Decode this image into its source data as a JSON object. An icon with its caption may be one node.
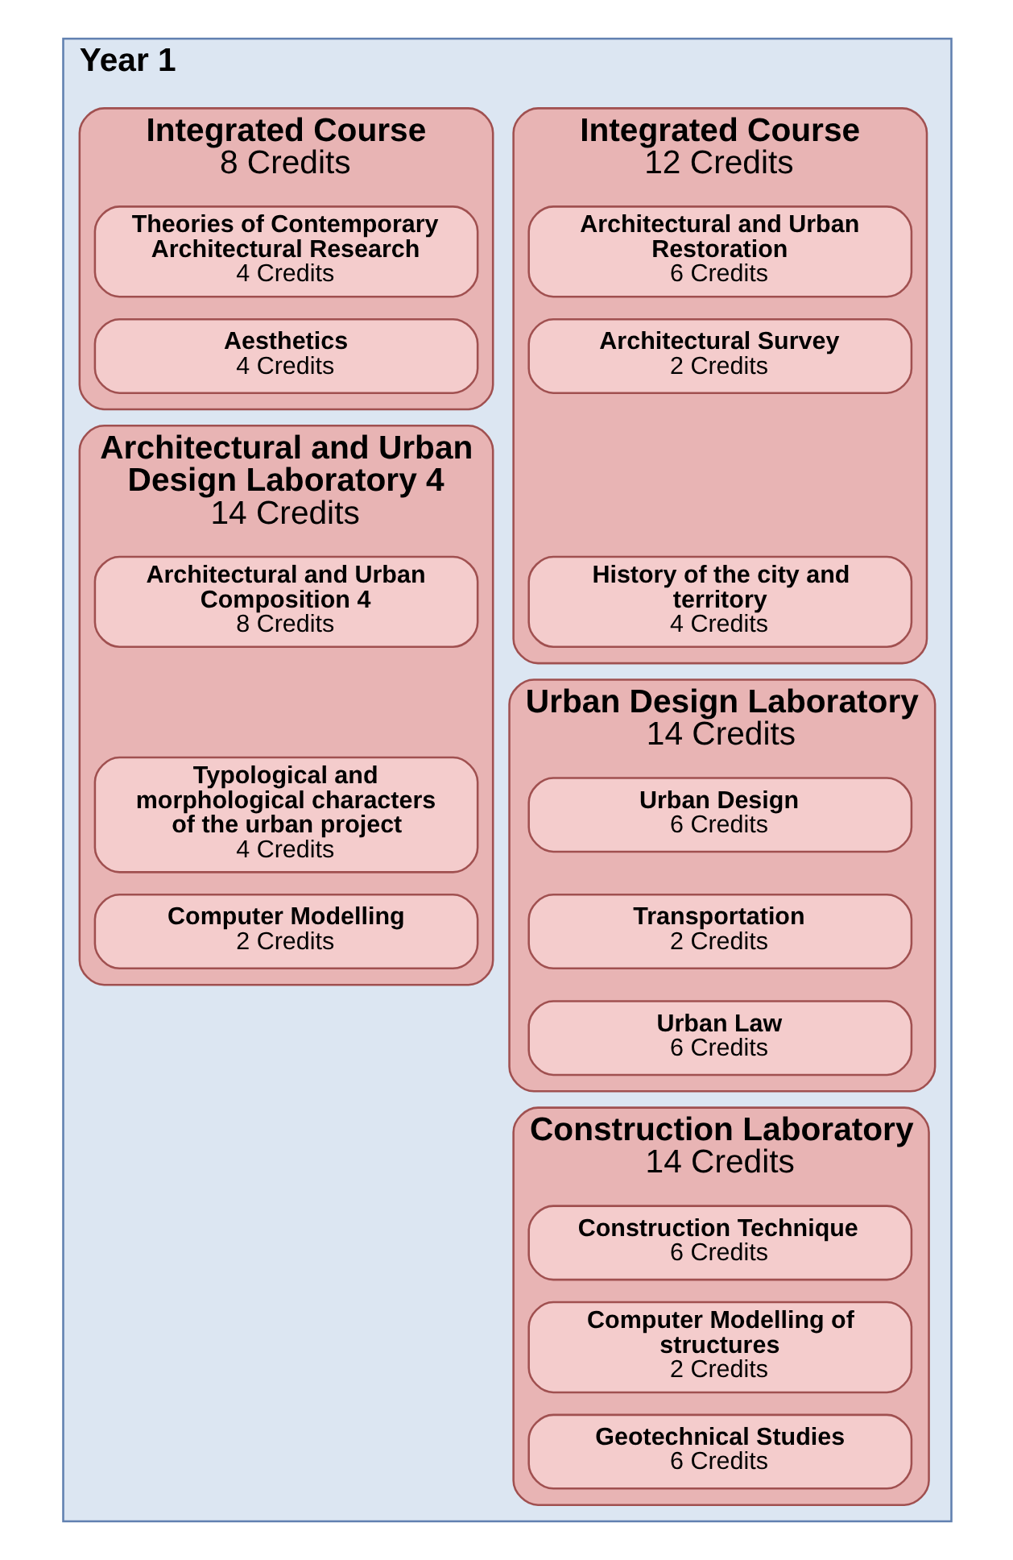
{
  "diagram": {
    "nodes": [
      {
        "text": [
          "Year 1"
        ]
      },
      {
        "text": [
          "Integrated Course",
          "12 Credits"
        ],
        "in": 0
      },
      {
        "text": [
          "Architectural and Urban Restoration",
          "6 Credits"
        ],
        "in": 1
      },
      {
        "text": [
          "Architectural Survey",
          "2 Credits"
        ],
        "in": 1
      },
      {
        "text": [
          "History of the city and territory",
          "4 Credits"
        ],
        "in": 1
      },
      {
        "text": [
          "Integrated Course",
          "8 Credits"
        ],
        "in": 0
      },
      {
        "text": [
          "Theories of Contemporary Architectural Research",
          "4 Credits"
        ],
        "in": 5
      },
      {
        "text": [
          "Aesthetics",
          "4 Credits"
        ],
        "in": 5
      },
      {
        "text": [
          "Urban Design Laboratory",
          "14 Credits"
        ],
        "in": 0
      },
      {
        "text": [
          "Urban Design",
          "6 Credits"
        ],
        "in": 8
      },
      {
        "text": [
          "Transportation",
          "2 Credits"
        ],
        "in": 8
      },
      {
        "text": [
          "Urban Law",
          "6 Credits"
        ],
        "in": 8
      },
      {
        "text": [
          "Construction Laboratory",
          "14 Credits"
        ],
        "in": 0
      },
      {
        "text": [
          "Construction Technique",
          "6 Credits"
        ],
        "in": 12
      },
      {
        "text": [
          "Computer Modelling of structures",
          "2 Credits"
        ],
        "in": 12
      },
      {
        "text": [
          "Geotechnical Studies",
          "6 Credits"
        ],
        "in": 12
      },
      {
        "text": [
          "Architectural and Urban Design Laboratory 4",
          "14 Credits"
        ],
        "in": 0
      },
      {
        "text": [
          "Architectural and Urban Composition 4",
          "8 Credits"
        ],
        "in": 16
      },
      {
        "text": [
          "Typological and morphological characters of the urban project",
          "4 Credits"
        ],
        "in": 16
      },
      {
        "text": [
          "Computer Modelling",
          "2 Credits"
        ],
        "in": 16
      }
    ],
    "edges": []
  }
}
